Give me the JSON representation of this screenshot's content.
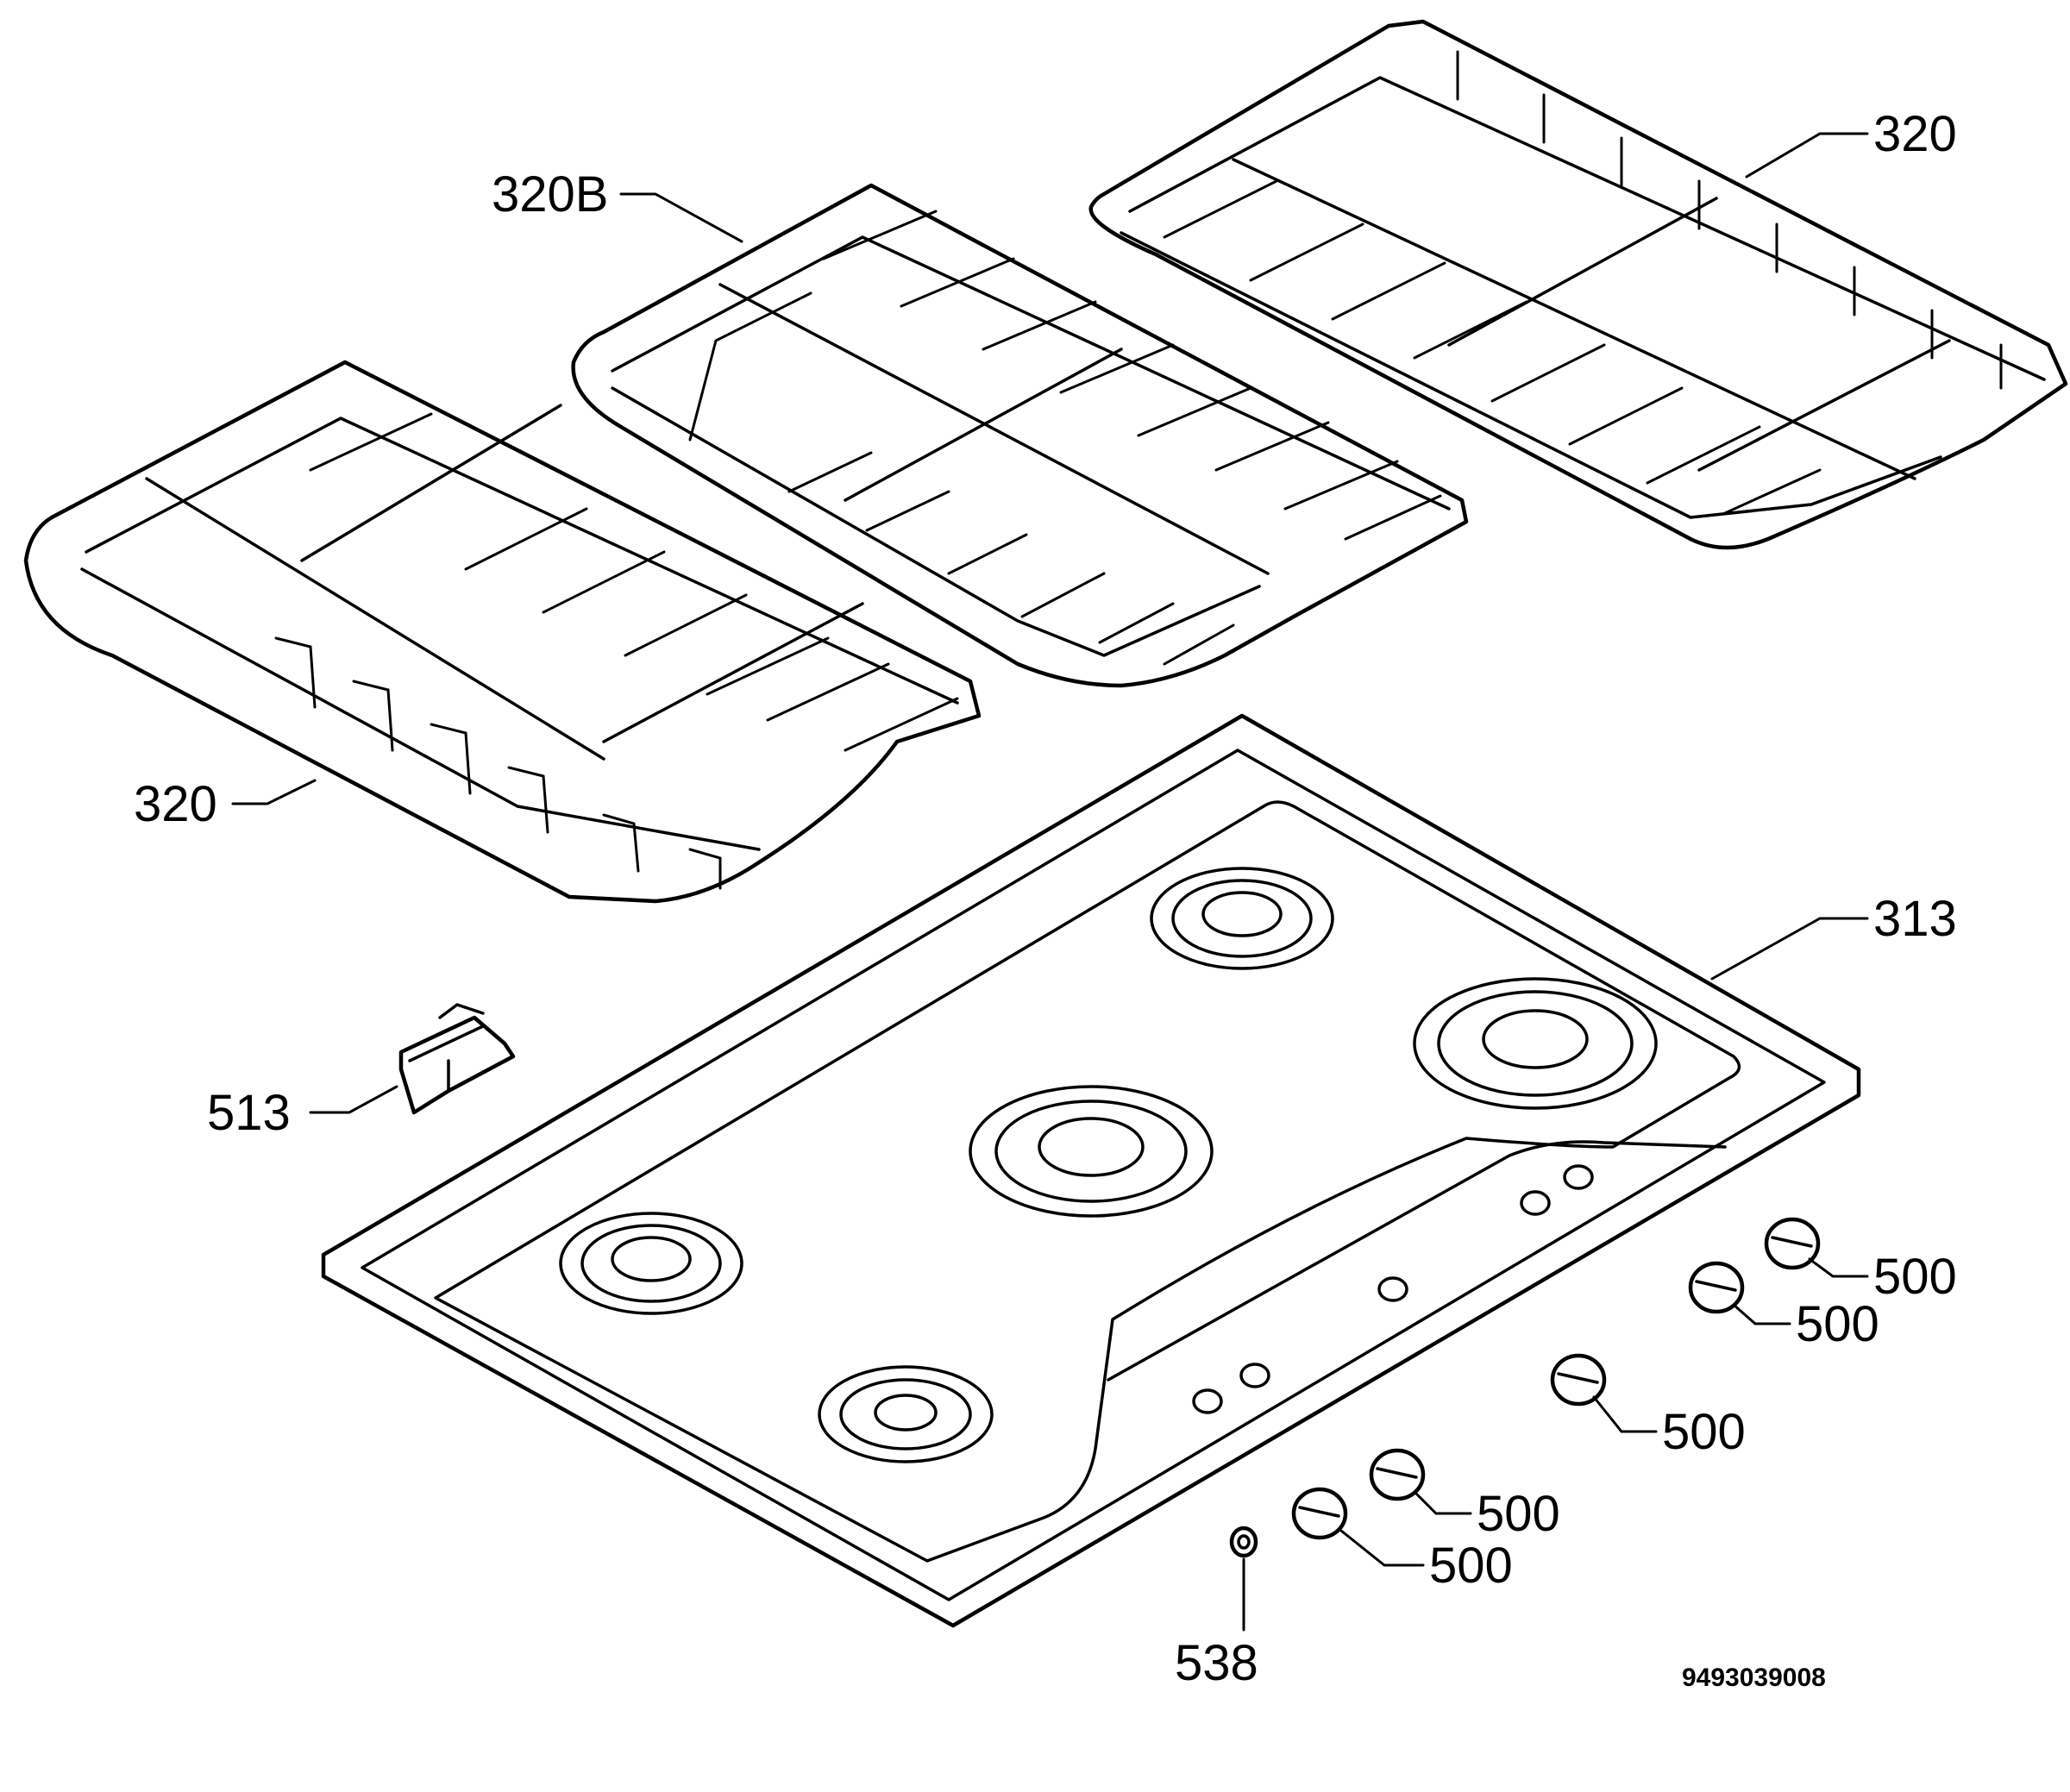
{
  "diagram": {
    "labels": {
      "grid_right": "320",
      "grid_middle": "320B",
      "grid_left": "320",
      "hob_top": "313",
      "bracket": "513",
      "knob_1": "500",
      "knob_2": "500",
      "knob_3": "500",
      "knob_4": "500",
      "knob_5": "500",
      "spacer": "538"
    },
    "drawing_code": "9493039008"
  }
}
